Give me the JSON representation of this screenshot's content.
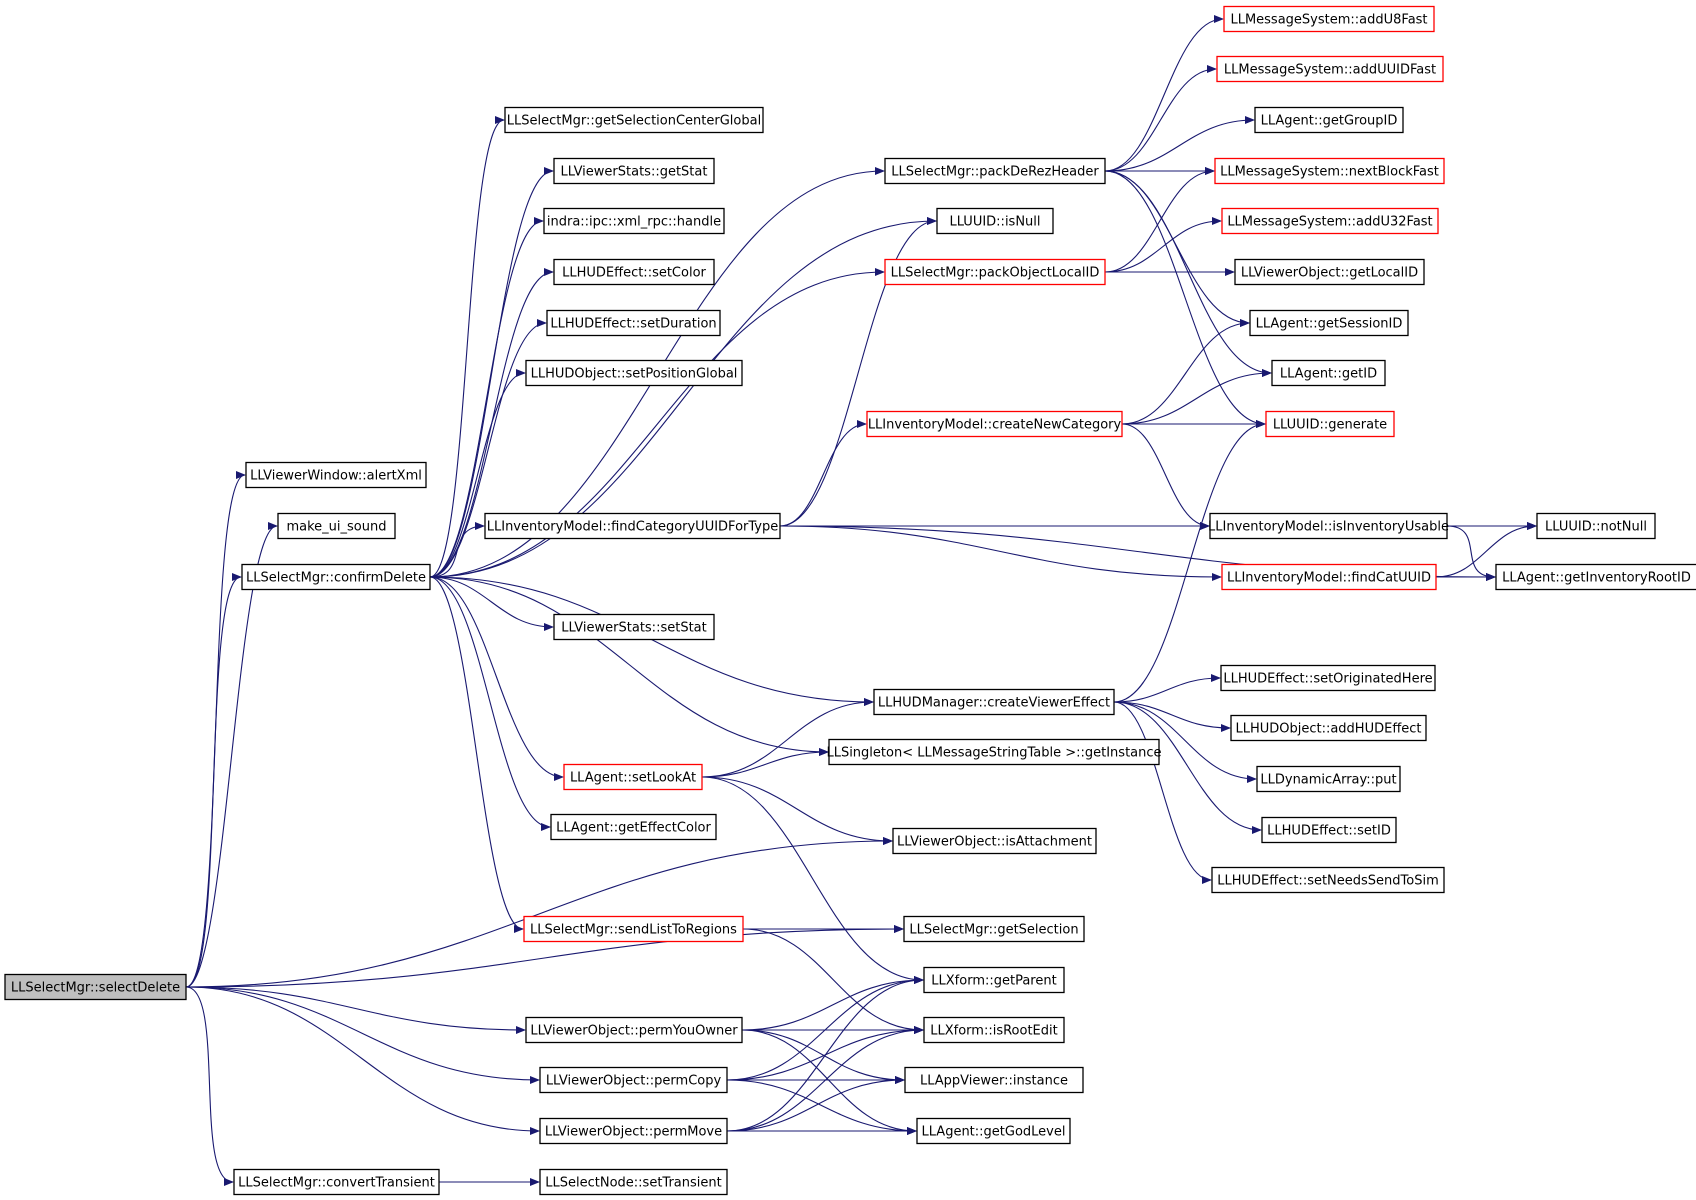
{
  "colors": {
    "edge": "#191970",
    "node_border": "#000000",
    "node_border_incomplete": "#ff0000",
    "root_fill": "#bfbfbf",
    "node_fill": "#ffffff"
  },
  "nodes": [
    {
      "id": "selectDelete",
      "label": "LLSelectMgr::selectDelete",
      "root": true
    },
    {
      "id": "alertXml",
      "label": "LLViewerWindow::alertXml"
    },
    {
      "id": "make_ui_sound",
      "label": "make_ui_sound"
    },
    {
      "id": "confirmDelete",
      "label": "LLSelectMgr::confirmDelete"
    },
    {
      "id": "convertTransient",
      "label": "LLSelectMgr::convertTransient"
    },
    {
      "id": "getSelectionCenterGlobal",
      "label": "LLSelectMgr::getSelectionCenterGlobal"
    },
    {
      "id": "getStat",
      "label": "LLViewerStats::getStat"
    },
    {
      "id": "handle",
      "label": "indra::ipc::xml_rpc::handle"
    },
    {
      "id": "setColor",
      "label": "LLHUDEffect::setColor"
    },
    {
      "id": "setDuration",
      "label": "LLHUDEffect::setDuration"
    },
    {
      "id": "setPositionGlobal",
      "label": "LLHUDObject::setPositionGlobal"
    },
    {
      "id": "findCategoryUUIDForType",
      "label": "LLInventoryModel::findCategoryUUIDForType"
    },
    {
      "id": "setStat",
      "label": "LLViewerStats::setStat"
    },
    {
      "id": "setLookAt",
      "label": "LLAgent::setLookAt",
      "red": true
    },
    {
      "id": "getEffectColor",
      "label": "LLAgent::getEffectColor"
    },
    {
      "id": "sendListToRegions",
      "label": "LLSelectMgr::sendListToRegions",
      "red": true
    },
    {
      "id": "permYouOwner",
      "label": "LLViewerObject::permYouOwner"
    },
    {
      "id": "permCopy",
      "label": "LLViewerObject::permCopy"
    },
    {
      "id": "permMove",
      "label": "LLViewerObject::permMove"
    },
    {
      "id": "setTransient",
      "label": "LLSelectNode::setTransient"
    },
    {
      "id": "packDeRezHeader",
      "label": "LLSelectMgr::packDeRezHeader"
    },
    {
      "id": "isNull",
      "label": "LLUUID::isNull"
    },
    {
      "id": "packObjectLocalID",
      "label": "LLSelectMgr::packObjectLocalID",
      "red": true
    },
    {
      "id": "createNewCategory",
      "label": "LLInventoryModel::createNewCategory",
      "red": true
    },
    {
      "id": "createViewerEffect",
      "label": "LLHUDManager::createViewerEffect"
    },
    {
      "id": "getInstance",
      "label": "LLSingleton< LLMessageStringTable >::getInstance"
    },
    {
      "id": "isAttachment",
      "label": "LLViewerObject::isAttachment"
    },
    {
      "id": "getSelection",
      "label": "LLSelectMgr::getSelection"
    },
    {
      "id": "getParent",
      "label": "LLXform::getParent"
    },
    {
      "id": "isRootEdit",
      "label": "LLXform::isRootEdit"
    },
    {
      "id": "appInstance",
      "label": "LLAppViewer::instance"
    },
    {
      "id": "getGodLevel",
      "label": "LLAgent::getGodLevel"
    },
    {
      "id": "addU8Fast",
      "label": "LLMessageSystem::addU8Fast",
      "red": true
    },
    {
      "id": "addUUIDFast",
      "label": "LLMessageSystem::addUUIDFast",
      "red": true
    },
    {
      "id": "getGroupID",
      "label": "LLAgent::getGroupID"
    },
    {
      "id": "nextBlockFast",
      "label": "LLMessageSystem::nextBlockFast",
      "red": true
    },
    {
      "id": "addU32Fast",
      "label": "LLMessageSystem::addU32Fast",
      "red": true
    },
    {
      "id": "getLocalID",
      "label": "LLViewerObject::getLocalID"
    },
    {
      "id": "getSessionID",
      "label": "LLAgent::getSessionID"
    },
    {
      "id": "getID",
      "label": "LLAgent::getID"
    },
    {
      "id": "generate",
      "label": "LLUUID::generate",
      "red": true
    },
    {
      "id": "isInventoryUsable",
      "label": "LLInventoryModel::isInventoryUsable"
    },
    {
      "id": "findCatUUID",
      "label": "LLInventoryModel::findCatUUID",
      "red": true
    },
    {
      "id": "notNull",
      "label": "LLUUID::notNull"
    },
    {
      "id": "getInventoryRootID",
      "label": "LLAgent::getInventoryRootID"
    },
    {
      "id": "setOriginatedHere",
      "label": "LLHUDEffect::setOriginatedHere"
    },
    {
      "id": "addHUDEffect",
      "label": "LLHUDObject::addHUDEffect"
    },
    {
      "id": "put",
      "label": "LLDynamicArray::put"
    },
    {
      "id": "setID",
      "label": "LLHUDEffect::setID"
    },
    {
      "id": "setNeedsSendToSim",
      "label": "LLHUDEffect::setNeedsSendToSim"
    }
  ],
  "edges": [
    [
      "selectDelete",
      "alertXml"
    ],
    [
      "selectDelete",
      "make_ui_sound"
    ],
    [
      "selectDelete",
      "confirmDelete"
    ],
    [
      "selectDelete",
      "isAttachment"
    ],
    [
      "selectDelete",
      "getSelection"
    ],
    [
      "selectDelete",
      "permYouOwner"
    ],
    [
      "selectDelete",
      "permCopy"
    ],
    [
      "selectDelete",
      "permMove"
    ],
    [
      "selectDelete",
      "convertTransient"
    ],
    [
      "confirmDelete",
      "getSelectionCenterGlobal"
    ],
    [
      "confirmDelete",
      "getStat"
    ],
    [
      "confirmDelete",
      "handle"
    ],
    [
      "confirmDelete",
      "setColor"
    ],
    [
      "confirmDelete",
      "setDuration"
    ],
    [
      "confirmDelete",
      "setPositionGlobal"
    ],
    [
      "confirmDelete",
      "isNull"
    ],
    [
      "confirmDelete",
      "packDeRezHeader"
    ],
    [
      "confirmDelete",
      "packObjectLocalID"
    ],
    [
      "confirmDelete",
      "findCategoryUUIDForType"
    ],
    [
      "confirmDelete",
      "setStat"
    ],
    [
      "confirmDelete",
      "createViewerEffect"
    ],
    [
      "confirmDelete",
      "getInstance"
    ],
    [
      "confirmDelete",
      "setLookAt"
    ],
    [
      "confirmDelete",
      "getEffectColor"
    ],
    [
      "confirmDelete",
      "sendListToRegions"
    ],
    [
      "convertTransient",
      "setTransient"
    ],
    [
      "packDeRezHeader",
      "addU8Fast"
    ],
    [
      "packDeRezHeader",
      "addUUIDFast"
    ],
    [
      "packDeRezHeader",
      "getGroupID"
    ],
    [
      "packDeRezHeader",
      "nextBlockFast"
    ],
    [
      "packDeRezHeader",
      "getSessionID"
    ],
    [
      "packDeRezHeader",
      "getID"
    ],
    [
      "packDeRezHeader",
      "generate"
    ],
    [
      "packObjectLocalID",
      "nextBlockFast"
    ],
    [
      "packObjectLocalID",
      "addU32Fast"
    ],
    [
      "packObjectLocalID",
      "getLocalID"
    ],
    [
      "findCategoryUUIDForType",
      "isNull"
    ],
    [
      "findCategoryUUIDForType",
      "createNewCategory"
    ],
    [
      "findCategoryUUIDForType",
      "isInventoryUsable"
    ],
    [
      "findCategoryUUIDForType",
      "notNull"
    ],
    [
      "findCategoryUUIDForType",
      "findCatUUID"
    ],
    [
      "findCategoryUUIDForType",
      "getInventoryRootID"
    ],
    [
      "createNewCategory",
      "getSessionID"
    ],
    [
      "createNewCategory",
      "getID"
    ],
    [
      "createNewCategory",
      "generate"
    ],
    [
      "createNewCategory",
      "isInventoryUsable"
    ],
    [
      "isInventoryUsable",
      "notNull"
    ],
    [
      "isInventoryUsable",
      "getInventoryRootID"
    ],
    [
      "findCatUUID",
      "notNull"
    ],
    [
      "findCatUUID",
      "getInventoryRootID"
    ],
    [
      "createViewerEffect",
      "generate"
    ],
    [
      "createViewerEffect",
      "setOriginatedHere"
    ],
    [
      "createViewerEffect",
      "addHUDEffect"
    ],
    [
      "createViewerEffect",
      "put"
    ],
    [
      "createViewerEffect",
      "setID"
    ],
    [
      "createViewerEffect",
      "setNeedsSendToSim"
    ],
    [
      "setLookAt",
      "createViewerEffect"
    ],
    [
      "setLookAt",
      "getInstance"
    ],
    [
      "setLookAt",
      "isAttachment"
    ],
    [
      "setLookAt",
      "getParent"
    ],
    [
      "sendListToRegions",
      "getSelection"
    ],
    [
      "sendListToRegions",
      "isRootEdit"
    ],
    [
      "permYouOwner",
      "getParent"
    ],
    [
      "permYouOwner",
      "isRootEdit"
    ],
    [
      "permYouOwner",
      "appInstance"
    ],
    [
      "permYouOwner",
      "getGodLevel"
    ],
    [
      "permCopy",
      "getParent"
    ],
    [
      "permCopy",
      "isRootEdit"
    ],
    [
      "permCopy",
      "appInstance"
    ],
    [
      "permCopy",
      "getGodLevel"
    ],
    [
      "permMove",
      "getParent"
    ],
    [
      "permMove",
      "isRootEdit"
    ],
    [
      "permMove",
      "appInstance"
    ],
    [
      "permMove",
      "getGodLevel"
    ]
  ]
}
